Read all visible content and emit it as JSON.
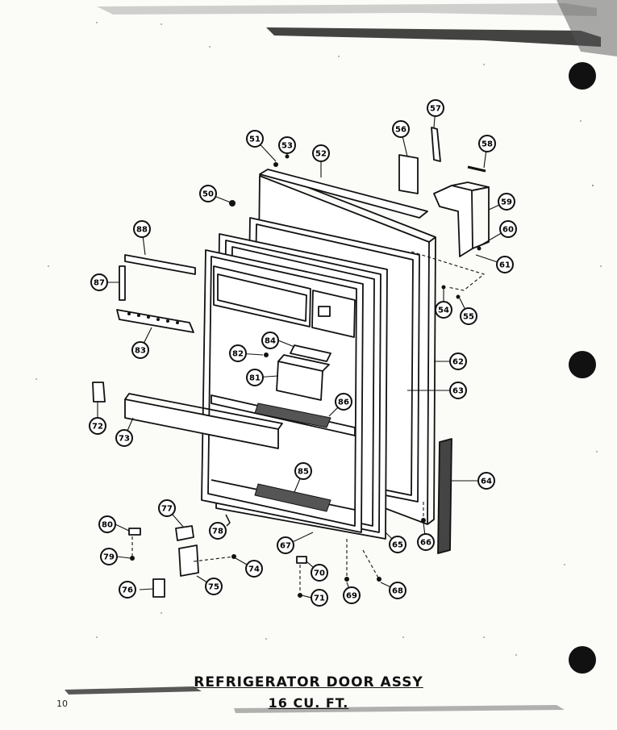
{
  "title": {
    "line1": "REFRIGERATOR DOOR ASSY",
    "line2": "16 CU. FT."
  },
  "page_number": "10",
  "colors": {
    "ink": "#111111",
    "paper": "#fbfbf8",
    "gasket_fill": "#444444"
  },
  "callouts": [
    {
      "id": "51",
      "label": "51"
    },
    {
      "id": "53",
      "label": "53"
    },
    {
      "id": "52",
      "label": "52"
    },
    {
      "id": "56",
      "label": "56"
    },
    {
      "id": "57",
      "label": "57"
    },
    {
      "id": "58",
      "label": "58"
    },
    {
      "id": "50",
      "label": "50"
    },
    {
      "id": "59",
      "label": "59"
    },
    {
      "id": "60",
      "label": "60"
    },
    {
      "id": "61",
      "label": "61"
    },
    {
      "id": "88",
      "label": "88"
    },
    {
      "id": "87",
      "label": "87"
    },
    {
      "id": "54",
      "label": "54"
    },
    {
      "id": "55",
      "label": "55"
    },
    {
      "id": "83",
      "label": "83"
    },
    {
      "id": "84",
      "label": "84"
    },
    {
      "id": "82",
      "label": "82"
    },
    {
      "id": "62",
      "label": "62"
    },
    {
      "id": "81",
      "label": "81"
    },
    {
      "id": "63",
      "label": "63"
    },
    {
      "id": "72",
      "label": "72"
    },
    {
      "id": "86",
      "label": "86"
    },
    {
      "id": "73",
      "label": "73"
    },
    {
      "id": "85",
      "label": "85"
    },
    {
      "id": "64",
      "label": "64"
    },
    {
      "id": "77",
      "label": "77"
    },
    {
      "id": "80",
      "label": "80"
    },
    {
      "id": "78",
      "label": "78"
    },
    {
      "id": "67",
      "label": "67"
    },
    {
      "id": "65",
      "label": "65"
    },
    {
      "id": "66",
      "label": "66"
    },
    {
      "id": "79",
      "label": "79"
    },
    {
      "id": "74",
      "label": "74"
    },
    {
      "id": "70",
      "label": "70"
    },
    {
      "id": "75",
      "label": "75"
    },
    {
      "id": "76",
      "label": "76"
    },
    {
      "id": "71",
      "label": "71"
    },
    {
      "id": "69",
      "label": "69"
    },
    {
      "id": "68",
      "label": "68"
    }
  ]
}
